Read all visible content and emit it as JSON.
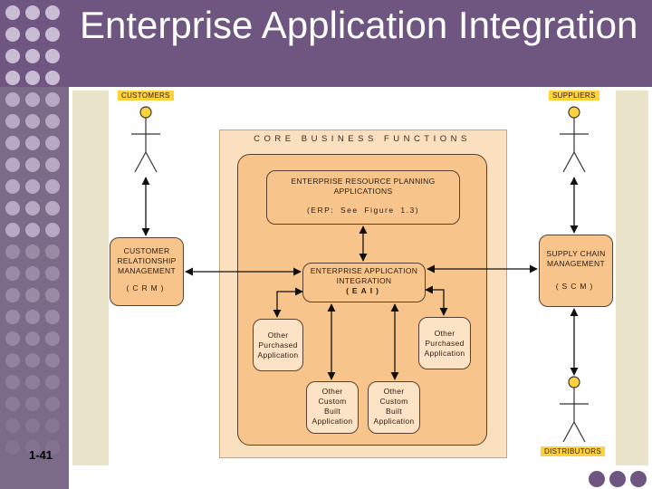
{
  "slide": {
    "title": "Enterprise Application Integration",
    "slide_number": "1-41"
  },
  "diagram": {
    "core_title": "CORE BUSINESS FUNCTIONS",
    "actors": {
      "customers": "CUSTOMERS",
      "suppliers": "SUPPLIERS",
      "distributors": "DISTRIBUTORS"
    },
    "boxes": {
      "erp": {
        "line1": "ENTERPRISE RESOURCE PLANNING",
        "line2": "APPLICATIONS",
        "line3": "(ERP:   See Figure 1.3)"
      },
      "crm": {
        "line1": "CUSTOMER",
        "line2": "RELATIONSHIP",
        "line3": "MANAGEMENT",
        "abbr": "(CRM)"
      },
      "scm": {
        "line1": "SUPPLY CHAIN",
        "line2": "MANAGEMENT",
        "abbr": "(SCM)"
      },
      "eai": {
        "line1": "ENTERPRISE APPLICATION",
        "line2": "INTEGRATION",
        "abbr": "(EAI)"
      },
      "purchased_left": {
        "line1": "Other",
        "line2": "Purchased",
        "line3": "Application"
      },
      "purchased_right": {
        "line1": "Other",
        "line2": "Purchased",
        "line3": "Application"
      },
      "custom_left": {
        "line1": "Other",
        "line2": "Custom",
        "line3": "Built",
        "line4": "Application"
      },
      "custom_right": {
        "line1": "Other",
        "line2": "Custom",
        "line3": "Built",
        "line4": "Application"
      }
    }
  },
  "colors": {
    "header": "#6e5680",
    "core_background": "#fbe0c0",
    "box_fill": "#f7c48b",
    "actor_label": "#ffd23b"
  }
}
